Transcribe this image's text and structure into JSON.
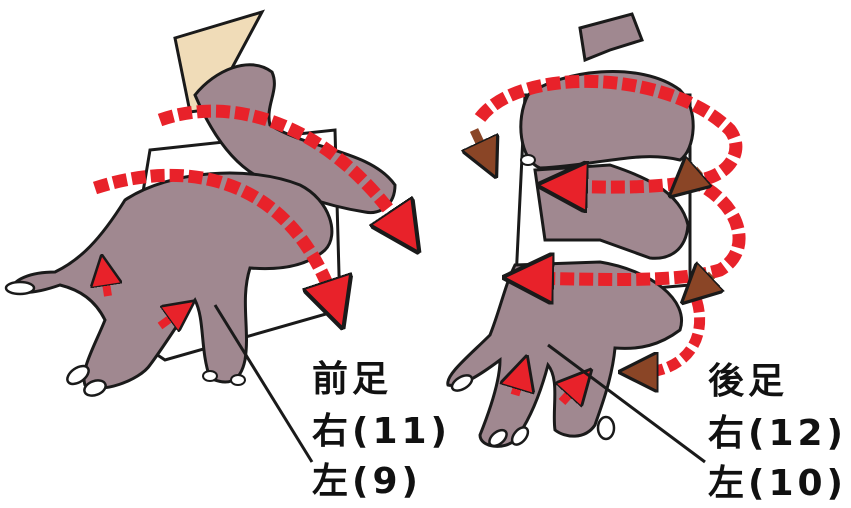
{
  "front_leg": {
    "title": "前足",
    "right_label": "右(11)",
    "left_label": "左(9)"
  },
  "rear_leg": {
    "title": "後足",
    "right_label": "右(12)",
    "left_label": "左(10)"
  },
  "colors": {
    "limb": "#a08890",
    "outline": "#1a1a1a",
    "skin_beige": "#f0dcb8",
    "arrow_red": "#e8222a",
    "arrow_brown": "#8a4526",
    "claw": "#ffffff"
  },
  "icons": [
    "wrap-arrow-icon",
    "rotate-arrow-icon",
    "claw-icon"
  ]
}
